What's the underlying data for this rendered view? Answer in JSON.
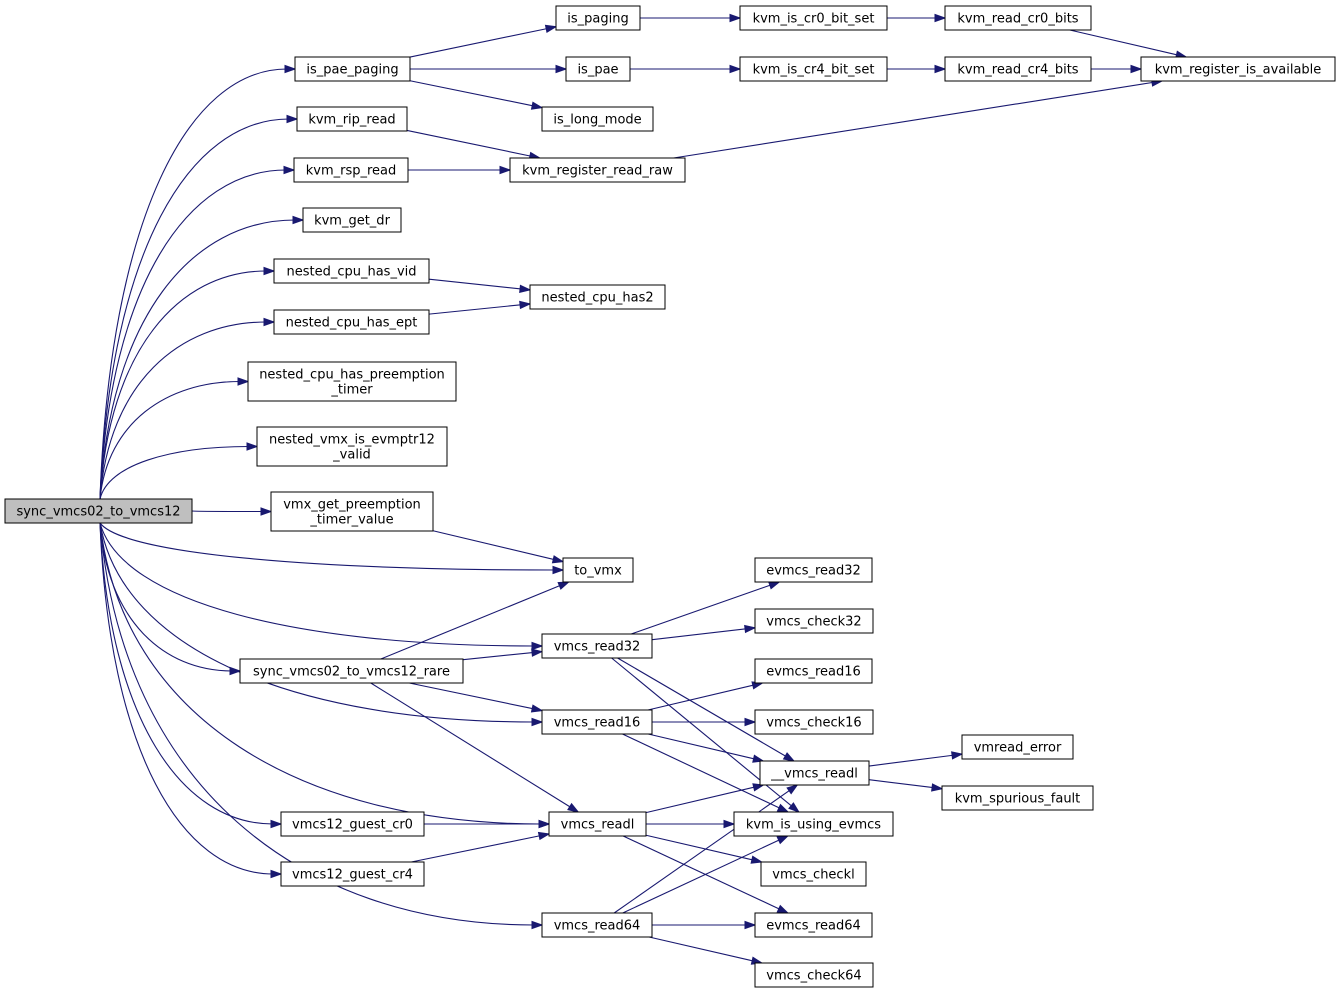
{
  "graph": {
    "edge_color": "#191970",
    "root_fill": "#bfbfbf",
    "nodes": [
      {
        "id": "sync_vmcs02_to_vmcs12",
        "lines": [
          "sync_vmcs02_to_vmcs12"
        ],
        "root": true
      },
      {
        "id": "is_pae_paging",
        "lines": [
          "is_pae_paging"
        ]
      },
      {
        "id": "is_paging",
        "lines": [
          "is_paging"
        ]
      },
      {
        "id": "is_pae",
        "lines": [
          "is_pae"
        ]
      },
      {
        "id": "is_long_mode",
        "lines": [
          "is_long_mode"
        ]
      },
      {
        "id": "kvm_is_cr0_bit_set",
        "lines": [
          "kvm_is_cr0_bit_set"
        ]
      },
      {
        "id": "kvm_is_cr4_bit_set",
        "lines": [
          "kvm_is_cr4_bit_set"
        ]
      },
      {
        "id": "kvm_read_cr0_bits",
        "lines": [
          "kvm_read_cr0_bits"
        ]
      },
      {
        "id": "kvm_read_cr4_bits",
        "lines": [
          "kvm_read_cr4_bits"
        ]
      },
      {
        "id": "kvm_register_is_available",
        "lines": [
          "kvm_register_is_available"
        ]
      },
      {
        "id": "kvm_rip_read",
        "lines": [
          "kvm_rip_read"
        ]
      },
      {
        "id": "kvm_rsp_read",
        "lines": [
          "kvm_rsp_read"
        ]
      },
      {
        "id": "kvm_register_read_raw",
        "lines": [
          "kvm_register_read_raw"
        ]
      },
      {
        "id": "kvm_get_dr",
        "lines": [
          "kvm_get_dr"
        ]
      },
      {
        "id": "nested_cpu_has_vid",
        "lines": [
          "nested_cpu_has_vid"
        ]
      },
      {
        "id": "nested_cpu_has_ept",
        "lines": [
          "nested_cpu_has_ept"
        ]
      },
      {
        "id": "nested_cpu_has2",
        "lines": [
          "nested_cpu_has2"
        ]
      },
      {
        "id": "nested_cpu_has_preemption_timer",
        "lines": [
          "nested_cpu_has_preemption",
          "_timer"
        ]
      },
      {
        "id": "nested_vmx_is_evmptr12_valid",
        "lines": [
          "nested_vmx_is_evmptr12",
          "_valid"
        ]
      },
      {
        "id": "vmx_get_preemption_timer_value",
        "lines": [
          "vmx_get_preemption",
          "_timer_value"
        ]
      },
      {
        "id": "to_vmx",
        "lines": [
          "to_vmx"
        ]
      },
      {
        "id": "vmcs_read32",
        "lines": [
          "vmcs_read32"
        ]
      },
      {
        "id": "evmcs_read32",
        "lines": [
          "evmcs_read32"
        ]
      },
      {
        "id": "vmcs_check32",
        "lines": [
          "vmcs_check32"
        ]
      },
      {
        "id": "sync_vmcs02_to_vmcs12_rare",
        "lines": [
          "sync_vmcs02_to_vmcs12_rare"
        ]
      },
      {
        "id": "vmcs_read16",
        "lines": [
          "vmcs_read16"
        ]
      },
      {
        "id": "evmcs_read16",
        "lines": [
          "evmcs_read16"
        ]
      },
      {
        "id": "vmcs_check16",
        "lines": [
          "vmcs_check16"
        ]
      },
      {
        "id": "vmread_error",
        "lines": [
          "vmread_error"
        ]
      },
      {
        "id": "__vmcs_readl",
        "lines": [
          "__vmcs_readl"
        ]
      },
      {
        "id": "kvm_spurious_fault",
        "lines": [
          "kvm_spurious_fault"
        ]
      },
      {
        "id": "vmcs12_guest_cr0",
        "lines": [
          "vmcs12_guest_cr0"
        ]
      },
      {
        "id": "vmcs_readl",
        "lines": [
          "vmcs_readl"
        ]
      },
      {
        "id": "kvm_is_using_evmcs",
        "lines": [
          "kvm_is_using_evmcs"
        ]
      },
      {
        "id": "vmcs12_guest_cr4",
        "lines": [
          "vmcs12_guest_cr4"
        ]
      },
      {
        "id": "vmcs_checkl",
        "lines": [
          "vmcs_checkl"
        ]
      },
      {
        "id": "vmcs_read64",
        "lines": [
          "vmcs_read64"
        ]
      },
      {
        "id": "evmcs_read64",
        "lines": [
          "evmcs_read64"
        ]
      },
      {
        "id": "vmcs_check64",
        "lines": [
          "vmcs_check64"
        ]
      }
    ],
    "edges": [
      [
        "sync_vmcs02_to_vmcs12",
        "is_pae_paging"
      ],
      [
        "sync_vmcs02_to_vmcs12",
        "kvm_rip_read"
      ],
      [
        "sync_vmcs02_to_vmcs12",
        "kvm_rsp_read"
      ],
      [
        "sync_vmcs02_to_vmcs12",
        "kvm_get_dr"
      ],
      [
        "sync_vmcs02_to_vmcs12",
        "nested_cpu_has_vid"
      ],
      [
        "sync_vmcs02_to_vmcs12",
        "nested_cpu_has_ept"
      ],
      [
        "sync_vmcs02_to_vmcs12",
        "nested_cpu_has_preemption_timer"
      ],
      [
        "sync_vmcs02_to_vmcs12",
        "nested_vmx_is_evmptr12_valid"
      ],
      [
        "sync_vmcs02_to_vmcs12",
        "vmx_get_preemption_timer_value"
      ],
      [
        "sync_vmcs02_to_vmcs12",
        "to_vmx"
      ],
      [
        "sync_vmcs02_to_vmcs12",
        "vmcs_read32"
      ],
      [
        "sync_vmcs02_to_vmcs12",
        "sync_vmcs02_to_vmcs12_rare"
      ],
      [
        "sync_vmcs02_to_vmcs12",
        "vmcs_read16"
      ],
      [
        "sync_vmcs02_to_vmcs12",
        "vmcs_readl"
      ],
      [
        "sync_vmcs02_to_vmcs12",
        "vmcs12_guest_cr0"
      ],
      [
        "sync_vmcs02_to_vmcs12",
        "vmcs12_guest_cr4"
      ],
      [
        "sync_vmcs02_to_vmcs12",
        "vmcs_read64"
      ],
      [
        "is_pae_paging",
        "is_paging"
      ],
      [
        "is_pae_paging",
        "is_pae"
      ],
      [
        "is_pae_paging",
        "is_long_mode"
      ],
      [
        "is_paging",
        "kvm_is_cr0_bit_set"
      ],
      [
        "is_pae",
        "kvm_is_cr4_bit_set"
      ],
      [
        "kvm_is_cr0_bit_set",
        "kvm_read_cr0_bits"
      ],
      [
        "kvm_is_cr4_bit_set",
        "kvm_read_cr4_bits"
      ],
      [
        "kvm_read_cr0_bits",
        "kvm_register_is_available"
      ],
      [
        "kvm_read_cr4_bits",
        "kvm_register_is_available"
      ],
      [
        "kvm_rip_read",
        "kvm_register_read_raw"
      ],
      [
        "kvm_rsp_read",
        "kvm_register_read_raw"
      ],
      [
        "kvm_register_read_raw",
        "kvm_register_is_available"
      ],
      [
        "nested_cpu_has_vid",
        "nested_cpu_has2"
      ],
      [
        "nested_cpu_has_ept",
        "nested_cpu_has2"
      ],
      [
        "vmx_get_preemption_timer_value",
        "to_vmx"
      ],
      [
        "sync_vmcs02_to_vmcs12_rare",
        "to_vmx"
      ],
      [
        "sync_vmcs02_to_vmcs12_rare",
        "vmcs_read32"
      ],
      [
        "sync_vmcs02_to_vmcs12_rare",
        "vmcs_read16"
      ],
      [
        "sync_vmcs02_to_vmcs12_rare",
        "vmcs_readl"
      ],
      [
        "vmcs_read32",
        "evmcs_read32"
      ],
      [
        "vmcs_read32",
        "vmcs_check32"
      ],
      [
        "vmcs_read32",
        "__vmcs_readl"
      ],
      [
        "vmcs_read32",
        "kvm_is_using_evmcs"
      ],
      [
        "vmcs_read16",
        "evmcs_read16"
      ],
      [
        "vmcs_read16",
        "vmcs_check16"
      ],
      [
        "vmcs_read16",
        "__vmcs_readl"
      ],
      [
        "vmcs_read16",
        "kvm_is_using_evmcs"
      ],
      [
        "__vmcs_readl",
        "vmread_error"
      ],
      [
        "__vmcs_readl",
        "kvm_spurious_fault"
      ],
      [
        "vmcs12_guest_cr0",
        "vmcs_readl"
      ],
      [
        "vmcs12_guest_cr4",
        "vmcs_readl"
      ],
      [
        "vmcs_readl",
        "__vmcs_readl"
      ],
      [
        "vmcs_readl",
        "kvm_is_using_evmcs"
      ],
      [
        "vmcs_readl",
        "vmcs_checkl"
      ],
      [
        "vmcs_readl",
        "evmcs_read64"
      ],
      [
        "vmcs_read64",
        "__vmcs_readl"
      ],
      [
        "vmcs_read64",
        "kvm_is_using_evmcs"
      ],
      [
        "vmcs_read64",
        "evmcs_read64"
      ],
      [
        "vmcs_read64",
        "vmcs_check64"
      ]
    ]
  }
}
